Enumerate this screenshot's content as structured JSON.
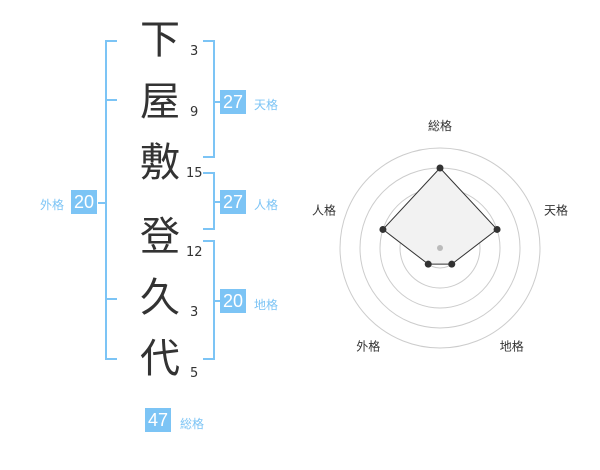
{
  "name": {
    "chars": [
      {
        "char": "下",
        "strokes": "3"
      },
      {
        "char": "屋",
        "strokes": "9"
      },
      {
        "char": "敷",
        "strokes": "15"
      },
      {
        "char": "登",
        "strokes": "12"
      },
      {
        "char": "久",
        "strokes": "3"
      },
      {
        "char": "代",
        "strokes": "5"
      }
    ]
  },
  "fortune": {
    "tenkaku": {
      "value": "27",
      "label": "天格"
    },
    "jinkaku": {
      "value": "27",
      "label": "人格"
    },
    "chikaku": {
      "value": "20",
      "label": "地格"
    },
    "gaikaku": {
      "value": "20",
      "label": "外格"
    },
    "soukaku": {
      "value": "47",
      "label": "総格"
    }
  },
  "colors": {
    "accent": "#7cc4f5",
    "text": "#333333",
    "grid": "#cccccc",
    "fill": "#f2f2f2"
  },
  "chart_data": {
    "type": "radar",
    "axes": [
      "総格",
      "天格",
      "地格",
      "外格",
      "人格"
    ],
    "values": [
      4,
      3,
      1,
      1,
      3
    ],
    "rmax": 5
  }
}
